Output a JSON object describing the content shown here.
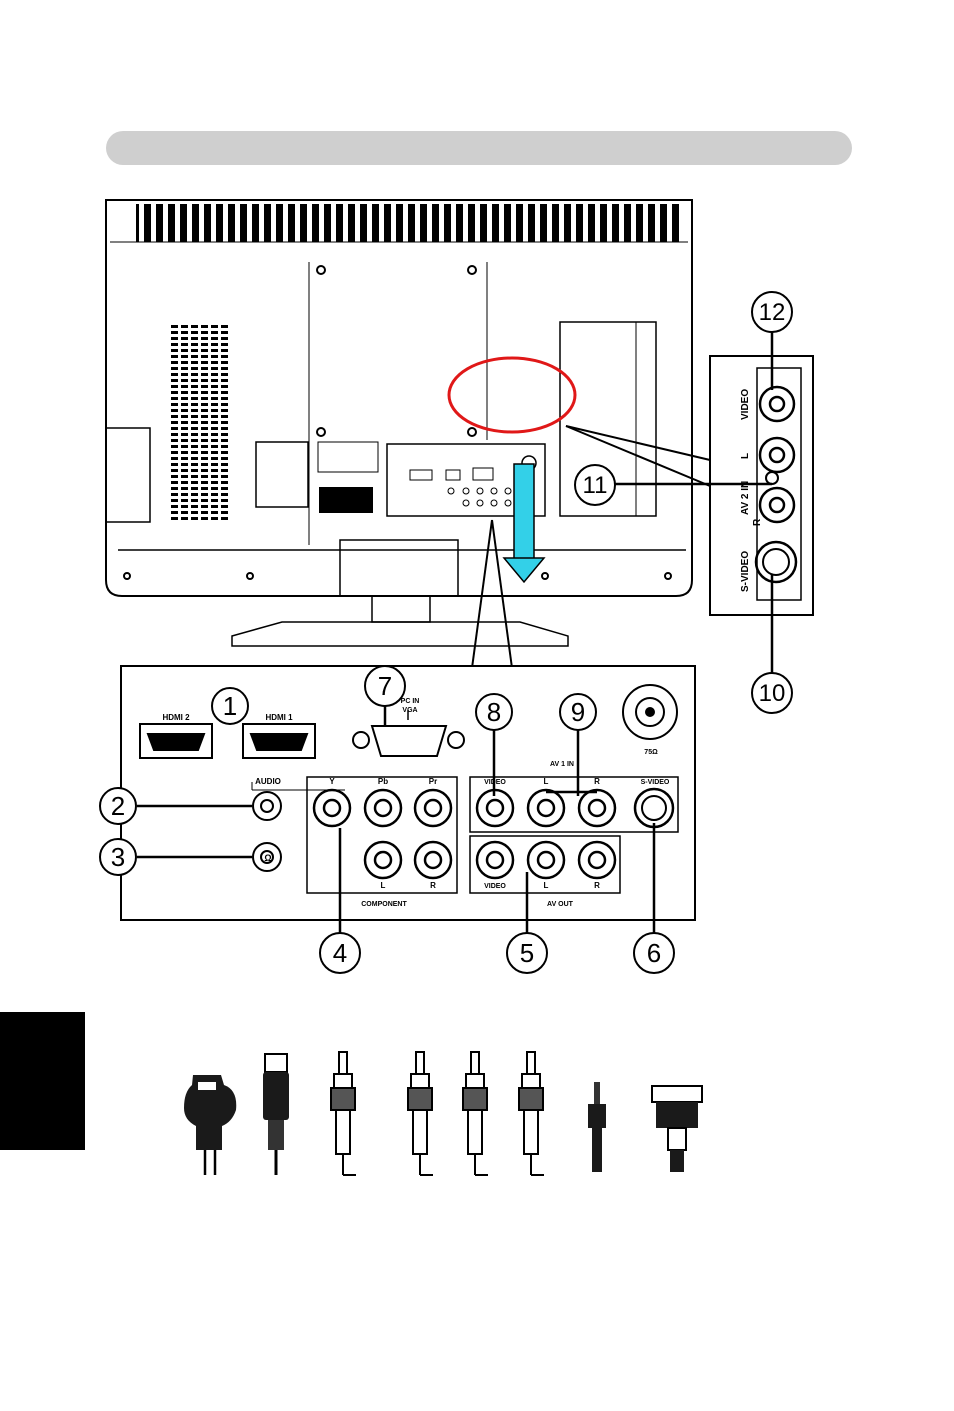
{
  "diagram": {
    "callouts": [
      "1",
      "2",
      "3",
      "4",
      "5",
      "6",
      "7",
      "8",
      "9",
      "10",
      "11",
      "12"
    ],
    "labels": {
      "hdmi2": "HDMI 2",
      "hdmi1": "HDMI 1",
      "pc_in": "PC IN",
      "vga": "VGA",
      "audio": "AUDIO",
      "y": "Y",
      "pb": "Pb",
      "pr": "Pr",
      "comp_l": "L",
      "comp_r": "R",
      "component": "COMPONENT",
      "video": "VIDEO",
      "av1_l": "L",
      "av1_r": "R",
      "av1_in": "AV 1 IN",
      "svideo": "S-VIDEO",
      "avout_video": "VIDEO",
      "avout_l": "L",
      "avout_r": "R",
      "av_out": "AV OUT",
      "tv": "75Ω",
      "side_video": "VIDEO",
      "side_l": "L",
      "side_av_in": "AV 2 IN",
      "side_r": "R",
      "side_svideo": "S-VIDEO"
    },
    "colors": {
      "arrow": "#33d0e8",
      "highlight": "#e01818",
      "bar": "#cfcfcf"
    }
  }
}
